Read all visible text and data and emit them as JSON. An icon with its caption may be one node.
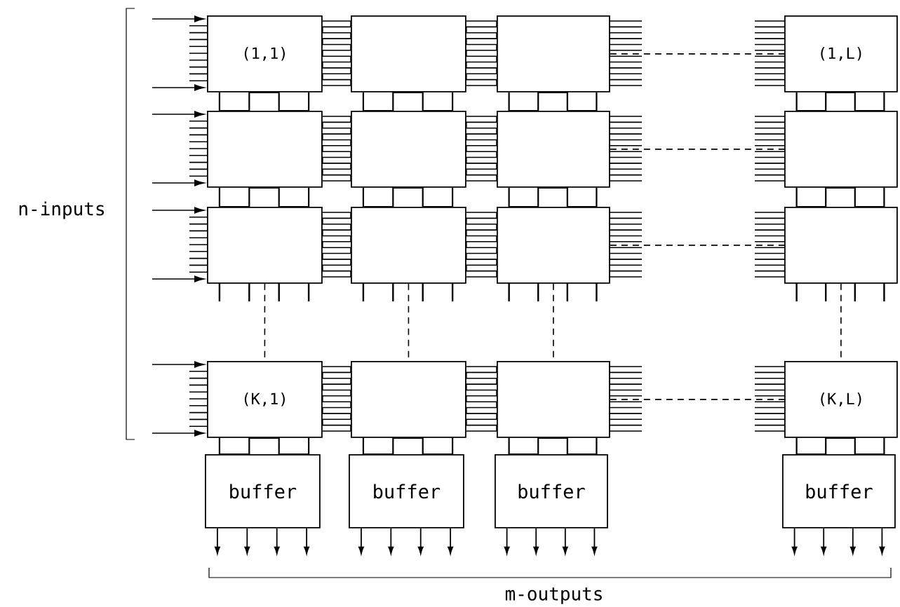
{
  "diagram": {
    "nodes": [
      {
        "text": [
          "(1,1)"
        ]
      },
      {
        "text": [],
        "shape": "box"
      },
      {
        "text": [],
        "shape": "box"
      },
      {
        "text": [
          "(1,L)"
        ]
      },
      {
        "text": [],
        "shape": "box"
      },
      {
        "text": [],
        "shape": "box"
      },
      {
        "text": [],
        "shape": "box"
      },
      {
        "text": [],
        "shape": "box"
      },
      {
        "text": [],
        "shape": "box"
      },
      {
        "text": [],
        "shape": "box"
      },
      {
        "text": [],
        "shape": "box"
      },
      {
        "text": [],
        "shape": "box"
      },
      {
        "text": [
          "(K,1)"
        ]
      },
      {
        "text": [],
        "shape": "box"
      },
      {
        "text": [],
        "shape": "box"
      },
      {
        "text": [
          "(K,L)"
        ]
      },
      {
        "text": [
          "buffer"
        ]
      },
      {
        "text": [
          "buffer"
        ]
      },
      {
        "text": [
          "buffer"
        ]
      },
      {
        "text": [
          "buffer"
        ]
      }
    ],
    "edges": [
      {
        "from": 0,
        "to": 1,
        "arrow": "none"
      },
      {
        "from": 1,
        "to": 2,
        "arrow": "none"
      },
      {
        "from": 2,
        "to": 3,
        "arrow": "none",
        "style": "dashed"
      },
      {
        "from": 4,
        "to": 5,
        "arrow": "none"
      },
      {
        "from": 5,
        "to": 6,
        "arrow": "none"
      },
      {
        "from": 6,
        "to": 7,
        "arrow": "none",
        "style": "dashed"
      },
      {
        "from": 8,
        "to": 9,
        "arrow": "none"
      },
      {
        "from": 9,
        "to": 10,
        "arrow": "none"
      },
      {
        "from": 10,
        "to": 11,
        "arrow": "none",
        "style": "dashed"
      },
      {
        "from": 12,
        "to": 13,
        "arrow": "none"
      },
      {
        "from": 13,
        "to": 14,
        "arrow": "none"
      },
      {
        "from": 14,
        "to": 15,
        "arrow": "none",
        "style": "dashed"
      },
      {
        "from": 0,
        "to": 4,
        "arrow": "none"
      },
      {
        "from": 4,
        "to": 8,
        "arrow": "none"
      },
      {
        "from": 8,
        "to": 12,
        "arrow": "none",
        "style": "dashed"
      },
      {
        "from": 12,
        "to": 16,
        "arrow": "none"
      },
      {
        "from": 1,
        "to": 5,
        "arrow": "none"
      },
      {
        "from": 5,
        "to": 9,
        "arrow": "none"
      },
      {
        "from": 9,
        "to": 13,
        "arrow": "none",
        "style": "dashed"
      },
      {
        "from": 13,
        "to": 17,
        "arrow": "none"
      },
      {
        "from": 2,
        "to": 6,
        "arrow": "none"
      },
      {
        "from": 6,
        "to": 10,
        "arrow": "none"
      },
      {
        "from": 10,
        "to": 14,
        "arrow": "none",
        "style": "dashed"
      },
      {
        "from": 14,
        "to": 18,
        "arrow": "none"
      },
      {
        "from": 3,
        "to": 7,
        "arrow": "none"
      },
      {
        "from": 7,
        "to": 11,
        "arrow": "none"
      },
      {
        "from": 11,
        "to": 15,
        "arrow": "none",
        "style": "dashed"
      },
      {
        "from": 15,
        "to": 19,
        "arrow": "none"
      },
      {
        "from": null,
        "to": 0,
        "arrow": "to"
      },
      {
        "from": null,
        "to": 0,
        "arrow": "to"
      },
      {
        "from": null,
        "to": 4,
        "arrow": "to"
      },
      {
        "from": null,
        "to": 4,
        "arrow": "to"
      },
      {
        "from": null,
        "to": 8,
        "arrow": "to"
      },
      {
        "from": null,
        "to": 8,
        "arrow": "to"
      },
      {
        "from": null,
        "to": 12,
        "arrow": "to"
      },
      {
        "from": null,
        "to": 12,
        "arrow": "to"
      },
      {
        "from": 16,
        "to": null,
        "arrow": "to"
      },
      {
        "from": 16,
        "to": null,
        "arrow": "to"
      },
      {
        "from": 16,
        "to": null,
        "arrow": "to"
      },
      {
        "from": 16,
        "to": null,
        "arrow": "to"
      },
      {
        "from": 17,
        "to": null,
        "arrow": "to"
      },
      {
        "from": 17,
        "to": null,
        "arrow": "to"
      },
      {
        "from": 17,
        "to": null,
        "arrow": "to"
      },
      {
        "from": 17,
        "to": null,
        "arrow": "to"
      },
      {
        "from": 18,
        "to": null,
        "arrow": "to"
      },
      {
        "from": 18,
        "to": null,
        "arrow": "to"
      },
      {
        "from": 18,
        "to": null,
        "arrow": "to"
      },
      {
        "from": 18,
        "to": null,
        "arrow": "to"
      },
      {
        "from": 19,
        "to": null,
        "arrow": "to"
      },
      {
        "from": 19,
        "to": null,
        "arrow": "to"
      },
      {
        "from": 19,
        "to": null,
        "arrow": "to"
      },
      {
        "from": 19,
        "to": null,
        "arrow": "to"
      }
    ],
    "labels": [
      "n-inputs",
      "m-outputs"
    ]
  }
}
